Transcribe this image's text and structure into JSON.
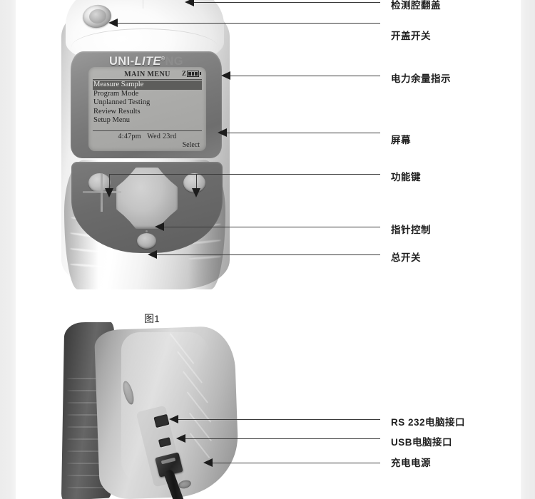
{
  "figure": {
    "caption": "图1"
  },
  "device": {
    "brand_main": "UNI",
    "brand_sep": "-",
    "brand_italic": "LITE",
    "brand_reg": "®",
    "brand_ghost": "NG"
  },
  "lcd": {
    "title": "MAIN MENU",
    "battery_label": "Z",
    "menu_items": [
      {
        "label": "Measure Sample",
        "selected": true
      },
      {
        "label": "Program Mode",
        "selected": false
      },
      {
        "label": "Unplanned Testing",
        "selected": false
      },
      {
        "label": "Review Results",
        "selected": false
      },
      {
        "label": "Setup Menu",
        "selected": false
      }
    ],
    "status_time": "4:47pm",
    "status_date": "Wed 23rd",
    "softkey": "Select"
  },
  "callouts_top": [
    {
      "id": "sample-chamber-lid",
      "label": "检测腔翻盖"
    },
    {
      "id": "lid-release-switch",
      "label": "开盖开关"
    },
    {
      "id": "battery-level-indicator",
      "label": "电力余量指示"
    },
    {
      "id": "screen",
      "label": "屏幕"
    },
    {
      "id": "function-keys",
      "label": "功能键"
    },
    {
      "id": "pointer-control",
      "label": "指针控制"
    },
    {
      "id": "main-power-switch",
      "label": "总开关"
    }
  ],
  "callouts_bottom": [
    {
      "id": "rs232-port",
      "label": "RS 232电脑接口"
    },
    {
      "id": "usb-port",
      "label": "USB电脑接口"
    },
    {
      "id": "charging-power",
      "label": "充电电源"
    }
  ],
  "colors": {
    "line": "#3a3a3a",
    "arrow": "#1c1c1c",
    "text": "#1f1f1f",
    "page_bg": "#ffffff",
    "paper_edge": "#ececec",
    "device_body_light": "#e8e8e8",
    "device_keypad_dark": "#6b6b6b",
    "lcd_bg": "#acacaa",
    "lcd_highlight": "#5d5d5b"
  }
}
